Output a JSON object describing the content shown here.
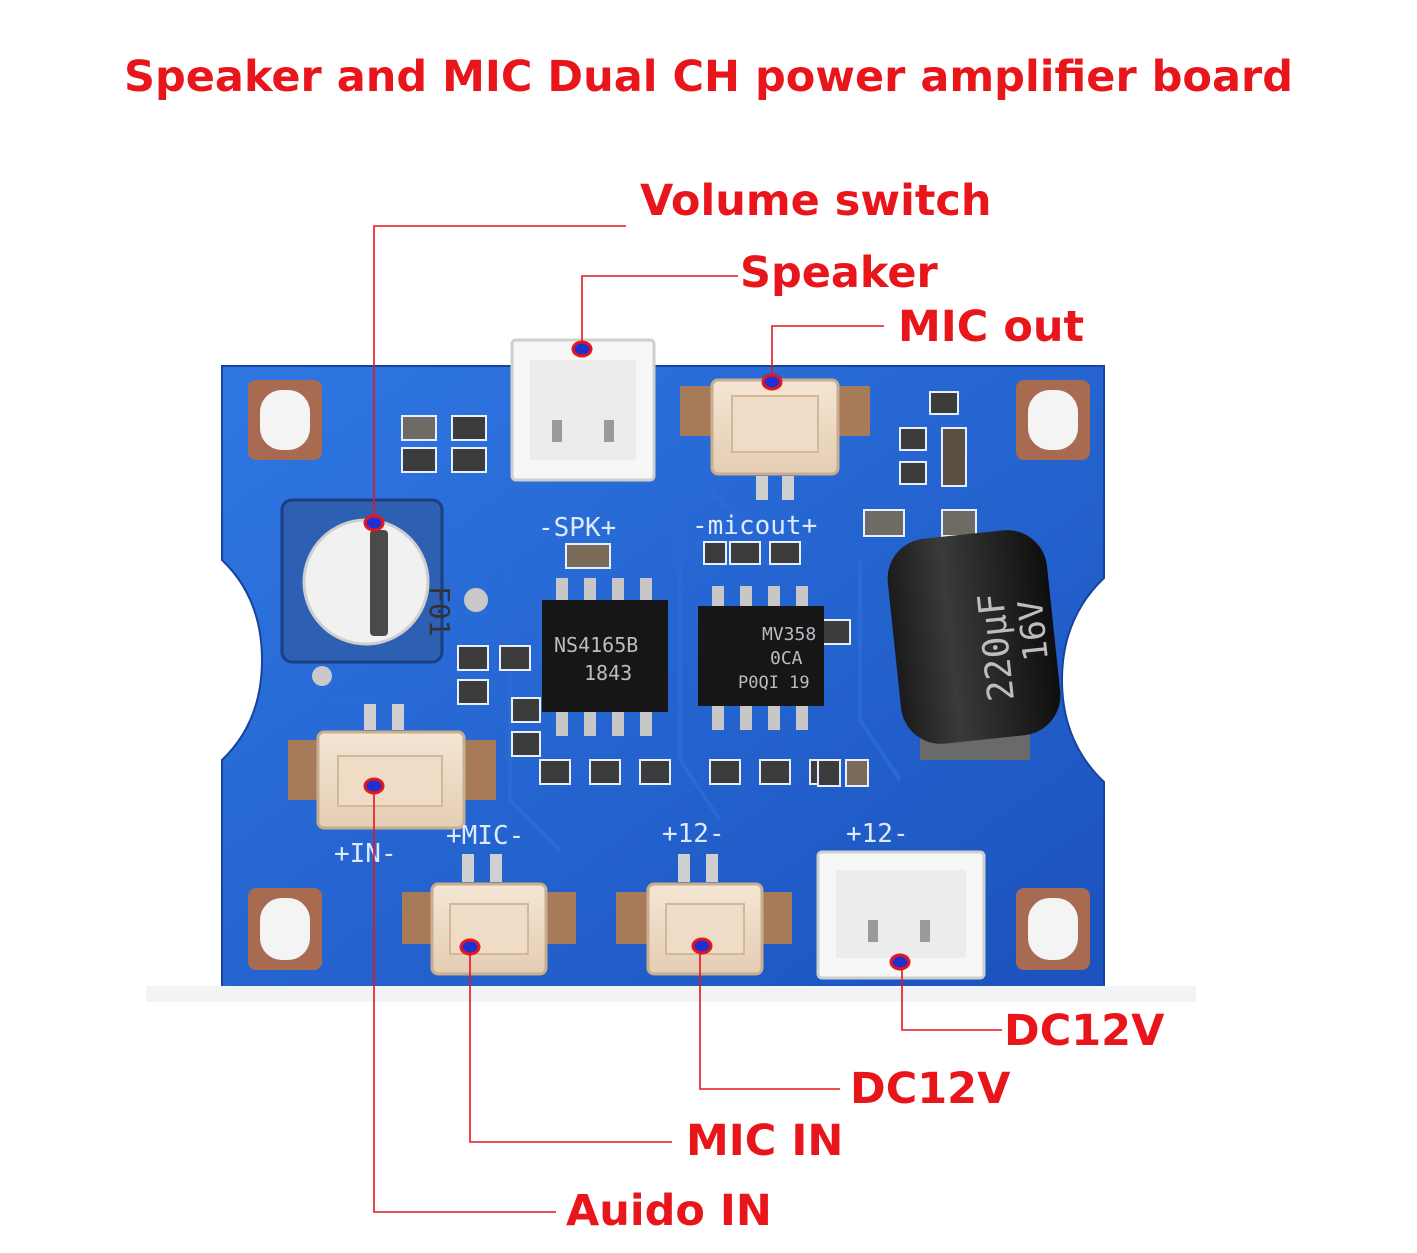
{
  "title": "Speaker and MIC Dual CH power amplifier board",
  "callouts": {
    "volume_switch": "Volume switch",
    "speaker": "Speaker",
    "mic_out": "MIC out",
    "dc12v_right": "DC12V",
    "dc12v_mid": "DC12V",
    "mic_in": "MIC IN",
    "audio_in": "Auido IN"
  },
  "silkscreen": {
    "spk": "-SPK+",
    "micout": "-micout+",
    "in": "+IN-",
    "mic": "+MIC-",
    "p12_mid": "+12-",
    "p12_right": "+12-",
    "pot_code": "F01"
  },
  "chips": {
    "amp_line1": "NS4165B",
    "amp_line2": "1843",
    "opamp_line1": "MV358",
    "opamp_line2": "0CA",
    "opamp_line3": "P0QI 19"
  },
  "capacitor": {
    "value": "220μF",
    "voltage": "16V"
  },
  "colors": {
    "label_red": "#e8151b",
    "marker_blue": "#1f2fd0",
    "pcb_blue": "#1f5fd0"
  }
}
